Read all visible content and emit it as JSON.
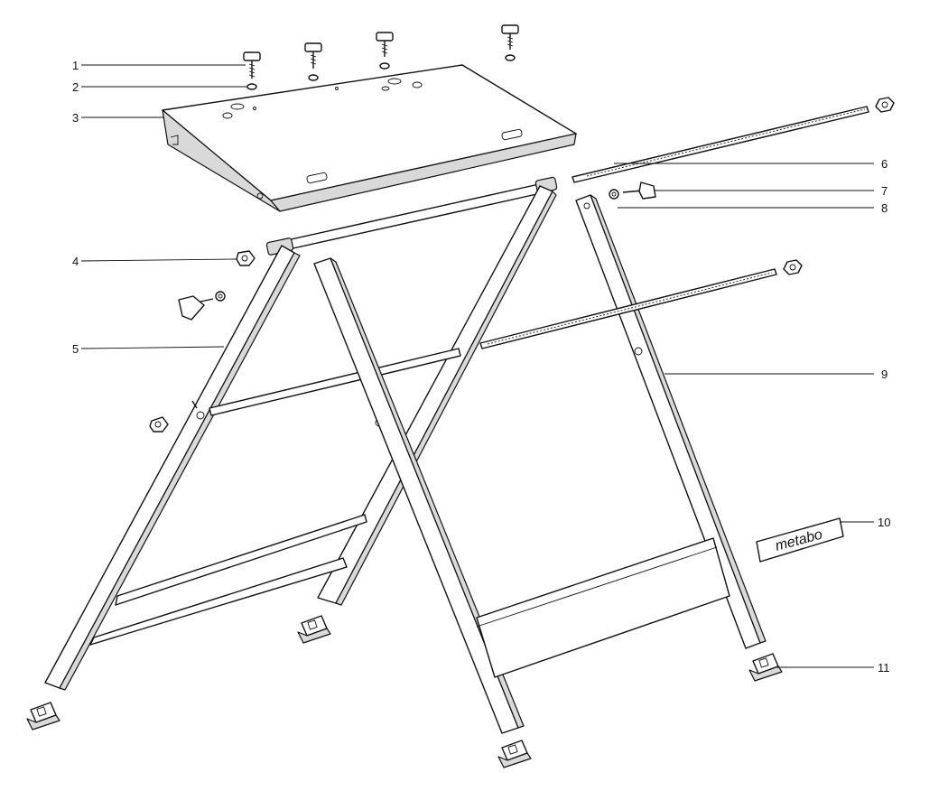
{
  "callouts": [
    {
      "id": "1",
      "label": "1"
    },
    {
      "id": "2",
      "label": "2"
    },
    {
      "id": "3",
      "label": "3"
    },
    {
      "id": "4",
      "label": "4"
    },
    {
      "id": "5",
      "label": "5"
    },
    {
      "id": "6",
      "label": "6"
    },
    {
      "id": "7",
      "label": "7"
    },
    {
      "id": "8",
      "label": "8"
    },
    {
      "id": "9",
      "label": "9"
    },
    {
      "id": "10",
      "label": "10"
    },
    {
      "id": "11",
      "label": "11"
    }
  ],
  "logo": {
    "text": "metabo"
  }
}
